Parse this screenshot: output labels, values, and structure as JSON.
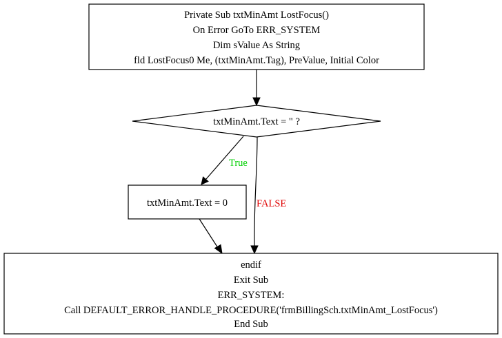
{
  "nodes": {
    "start": {
      "lines": [
        "Private Sub txtMinAmt  LostFocus()",
        "On Error GoTo ERR_SYSTEM",
        "Dim sValue As String",
        "fld  LostFocus0 Me, (txtMinAmt.Tag), PreValue, Initial  Color"
      ]
    },
    "decision": {
      "text": "txtMinAmt.Text = \"  ?"
    },
    "assign": {
      "text": "txtMinAmt.Text = 0"
    },
    "end": {
      "lines": [
        "endif",
        "Exit Sub",
        "ERR_SYSTEM:",
        "Call DEFAULT_ERROR_HANDLE_PROCEDURE('frmBillingSch.txtMinAmt_LostFocus')",
        "End Sub"
      ]
    }
  },
  "edges": {
    "true_label": "True",
    "false_label": "FALSE"
  },
  "colors": {
    "true": "#00d000",
    "false": "#e00000",
    "stroke": "#000000",
    "background": "#ffffff"
  }
}
